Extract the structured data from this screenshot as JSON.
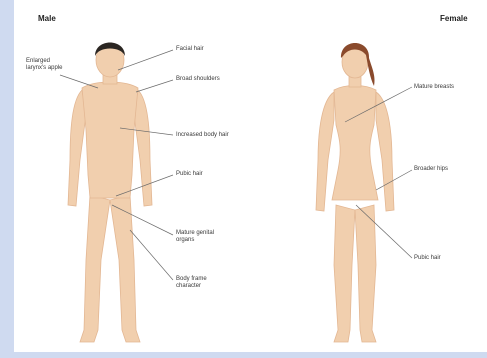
{
  "headings": {
    "male": "Male",
    "female": "Female"
  },
  "labels": {
    "enlarged_nipple": "Enlarged\nlarynx's apple",
    "facial_hair": "Facial hair",
    "broad_shoulders": "Broad shoulders",
    "increased_body_hair": "Increased body hair",
    "pubic_hair_male": "Pubic hair",
    "mature_genital": "Mature genital\norgans",
    "body_frame": "Body frame\ncharacter",
    "mature_breasts": "Mature breasts",
    "broader_hips": "Broader hips",
    "pubic_hair_female": "Pubic hair"
  },
  "colors": {
    "skin": "#f1cfae",
    "skin_shade": "#e3b793",
    "hair_male": "#2b2622",
    "hair_female": "#8a4a2c",
    "leader": "#6b6b6b",
    "background": "#c9d6ee"
  }
}
